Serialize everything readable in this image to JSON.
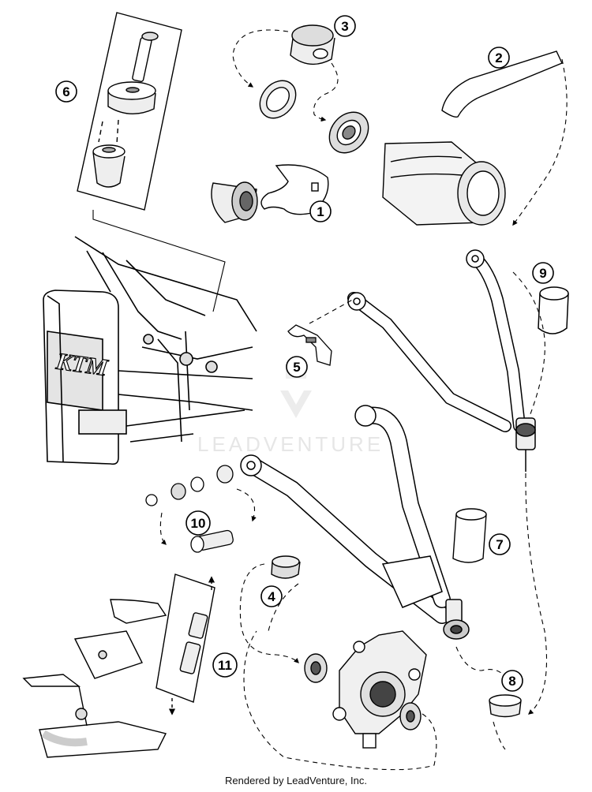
{
  "diagram": {
    "callouts": [
      {
        "id": "c1",
        "label": "1"
      },
      {
        "id": "c2",
        "label": "2"
      },
      {
        "id": "c3",
        "label": "3"
      },
      {
        "id": "c4",
        "label": "4"
      },
      {
        "id": "c5",
        "label": "5"
      },
      {
        "id": "c6",
        "label": "6"
      },
      {
        "id": "c7",
        "label": "7"
      },
      {
        "id": "c8",
        "label": "8"
      },
      {
        "id": "c9",
        "label": "9"
      },
      {
        "id": "c10",
        "label": "10"
      },
      {
        "id": "c11",
        "label": "11"
      }
    ],
    "frame_logo": "KTM",
    "watermark": "LEADVENTURE",
    "footer": "Rendered by LeadVenture, Inc."
  }
}
